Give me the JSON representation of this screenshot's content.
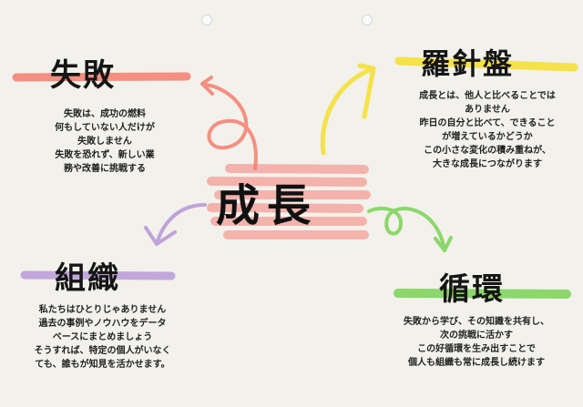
{
  "colors": {
    "paper": "#f2f1eb",
    "failure_marker": "#f47e6e",
    "compass_marker": "#f5e03a",
    "organization_marker": "#b99ad8",
    "cycle_marker": "#7fd45d",
    "growth_marker": "#f4a8a0"
  },
  "center": {
    "title": "成長"
  },
  "sections": {
    "failure": {
      "title": "失敗",
      "lines": [
        "失敗は、成功の燃料",
        "何もしていない人だけが",
        "失敗しません",
        "失敗を恐れず、新しい業",
        "務や改善に挑戦する"
      ]
    },
    "compass": {
      "title": "羅針盤",
      "lines": [
        "成長とは、他人と比べることでは",
        "ありません",
        "昨日の自分と比べて、できること",
        "が増えているかどうか",
        "この小さな変化の積み重ねが、",
        "大きな成長につながります"
      ]
    },
    "organization": {
      "title": "組織",
      "lines": [
        "私たちはひとりじゃありません",
        "過去の事例やノウハウをデータ",
        "ベースにまとめましょう",
        "そうすれば、特定の個人がいなく",
        "ても、誰もが知見を活かせます。"
      ]
    },
    "cycle": {
      "title": "循環",
      "lines": [
        "失敗から学び、その知識を共有し、",
        "次の挑戦に活かす",
        "この好循環を生み出すことで",
        "個人も組織も常に成長し続けます"
      ]
    }
  }
}
